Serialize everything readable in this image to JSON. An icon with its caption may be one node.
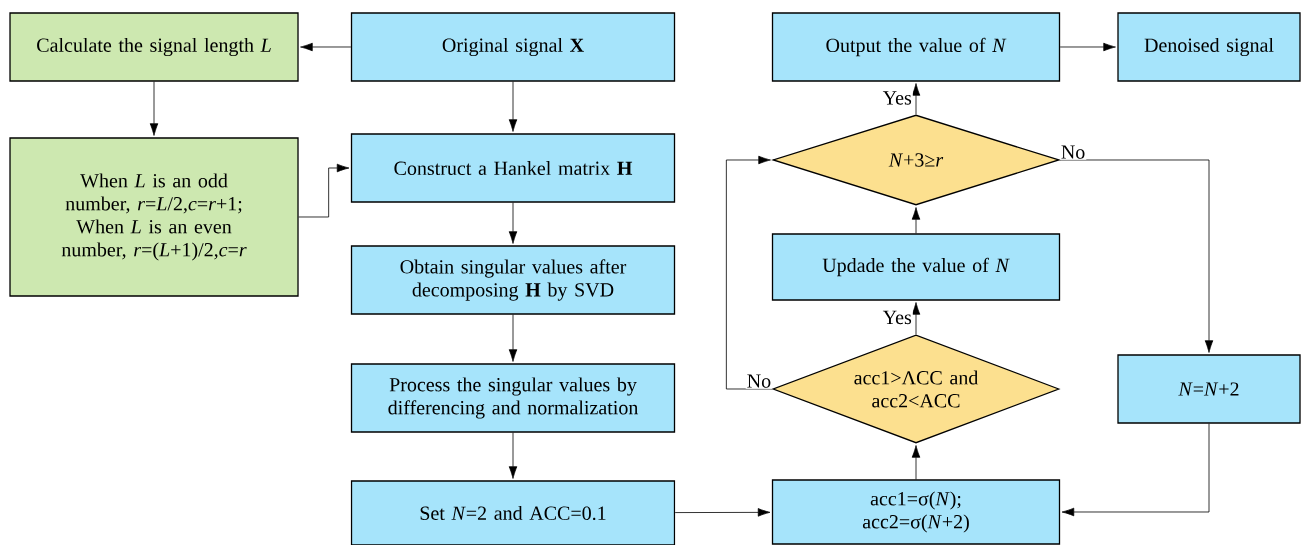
{
  "diagram": {
    "nodes": [
      {
        "text": [
          "Original signal **X**"
        ]
      },
      {
        "text": [
          "Calculate the signal length *L*"
        ]
      },
      {
        "text": [
          "When *L* is an odd number, *r*=*L*/2,*c*=*r*+1;",
          "When *L* is an even number, *r*=(*L*+1)/2,*c*=*r*"
        ]
      },
      {
        "text": [
          "Construct a Hankel matrix **H**"
        ]
      },
      {
        "text": [
          "Obtain singular values after decomposing **H** by SVD"
        ]
      },
      {
        "text": [
          "Process the singular values by differencing and normalization"
        ]
      },
      {
        "text": [
          "Set *N*=2 and ACC=0.1"
        ]
      },
      {
        "text": [
          "acc1=σ(*N*); acc2=σ(*N*+2)"
        ]
      },
      {
        "text": [
          "acc1>ΛCC and acc2<ACC"
        ]
      },
      {
        "text": [
          "Updade the value of *N*"
        ]
      },
      {
        "text": [
          "*N*+3≥*r*"
        ]
      },
      {
        "text": [
          "Output the value of *N*"
        ]
      },
      {
        "text": [
          "Denoised signal"
        ]
      },
      {
        "text": [
          "*N*=*N*+2"
        ]
      }
    ],
    "edges": [
      {
        "from": 0,
        "to": 1,
        "arrow": "to"
      },
      {
        "from": 1,
        "to": 2,
        "arrow": "to"
      },
      {
        "from": 2,
        "to": 3,
        "arrow": "to"
      },
      {
        "from": 0,
        "to": 3,
        "arrow": "to"
      },
      {
        "from": 3,
        "to": 4,
        "arrow": "to"
      },
      {
        "from": 4,
        "to": 5,
        "arrow": "to"
      },
      {
        "from": 5,
        "to": 6,
        "arrow": "to"
      },
      {
        "from": 6,
        "to": 7,
        "arrow": "to"
      },
      {
        "from": 7,
        "to": 8,
        "arrow": "to"
      },
      {
        "from": 8,
        "to": 9,
        "arrow": "to",
        "label": "Yes"
      },
      {
        "from": 8,
        "to": 10,
        "arrow": "to",
        "label": "No"
      },
      {
        "from": 9,
        "to": 10,
        "arrow": "to"
      },
      {
        "from": 10,
        "to": 11,
        "arrow": "to",
        "label": "Yes"
      },
      {
        "from": 10,
        "to": 13,
        "arrow": "to",
        "label": "No"
      },
      {
        "from": 13,
        "to": 7,
        "arrow": "to"
      },
      {
        "from": 11,
        "to": 12,
        "arrow": "to"
      }
    ]
  }
}
